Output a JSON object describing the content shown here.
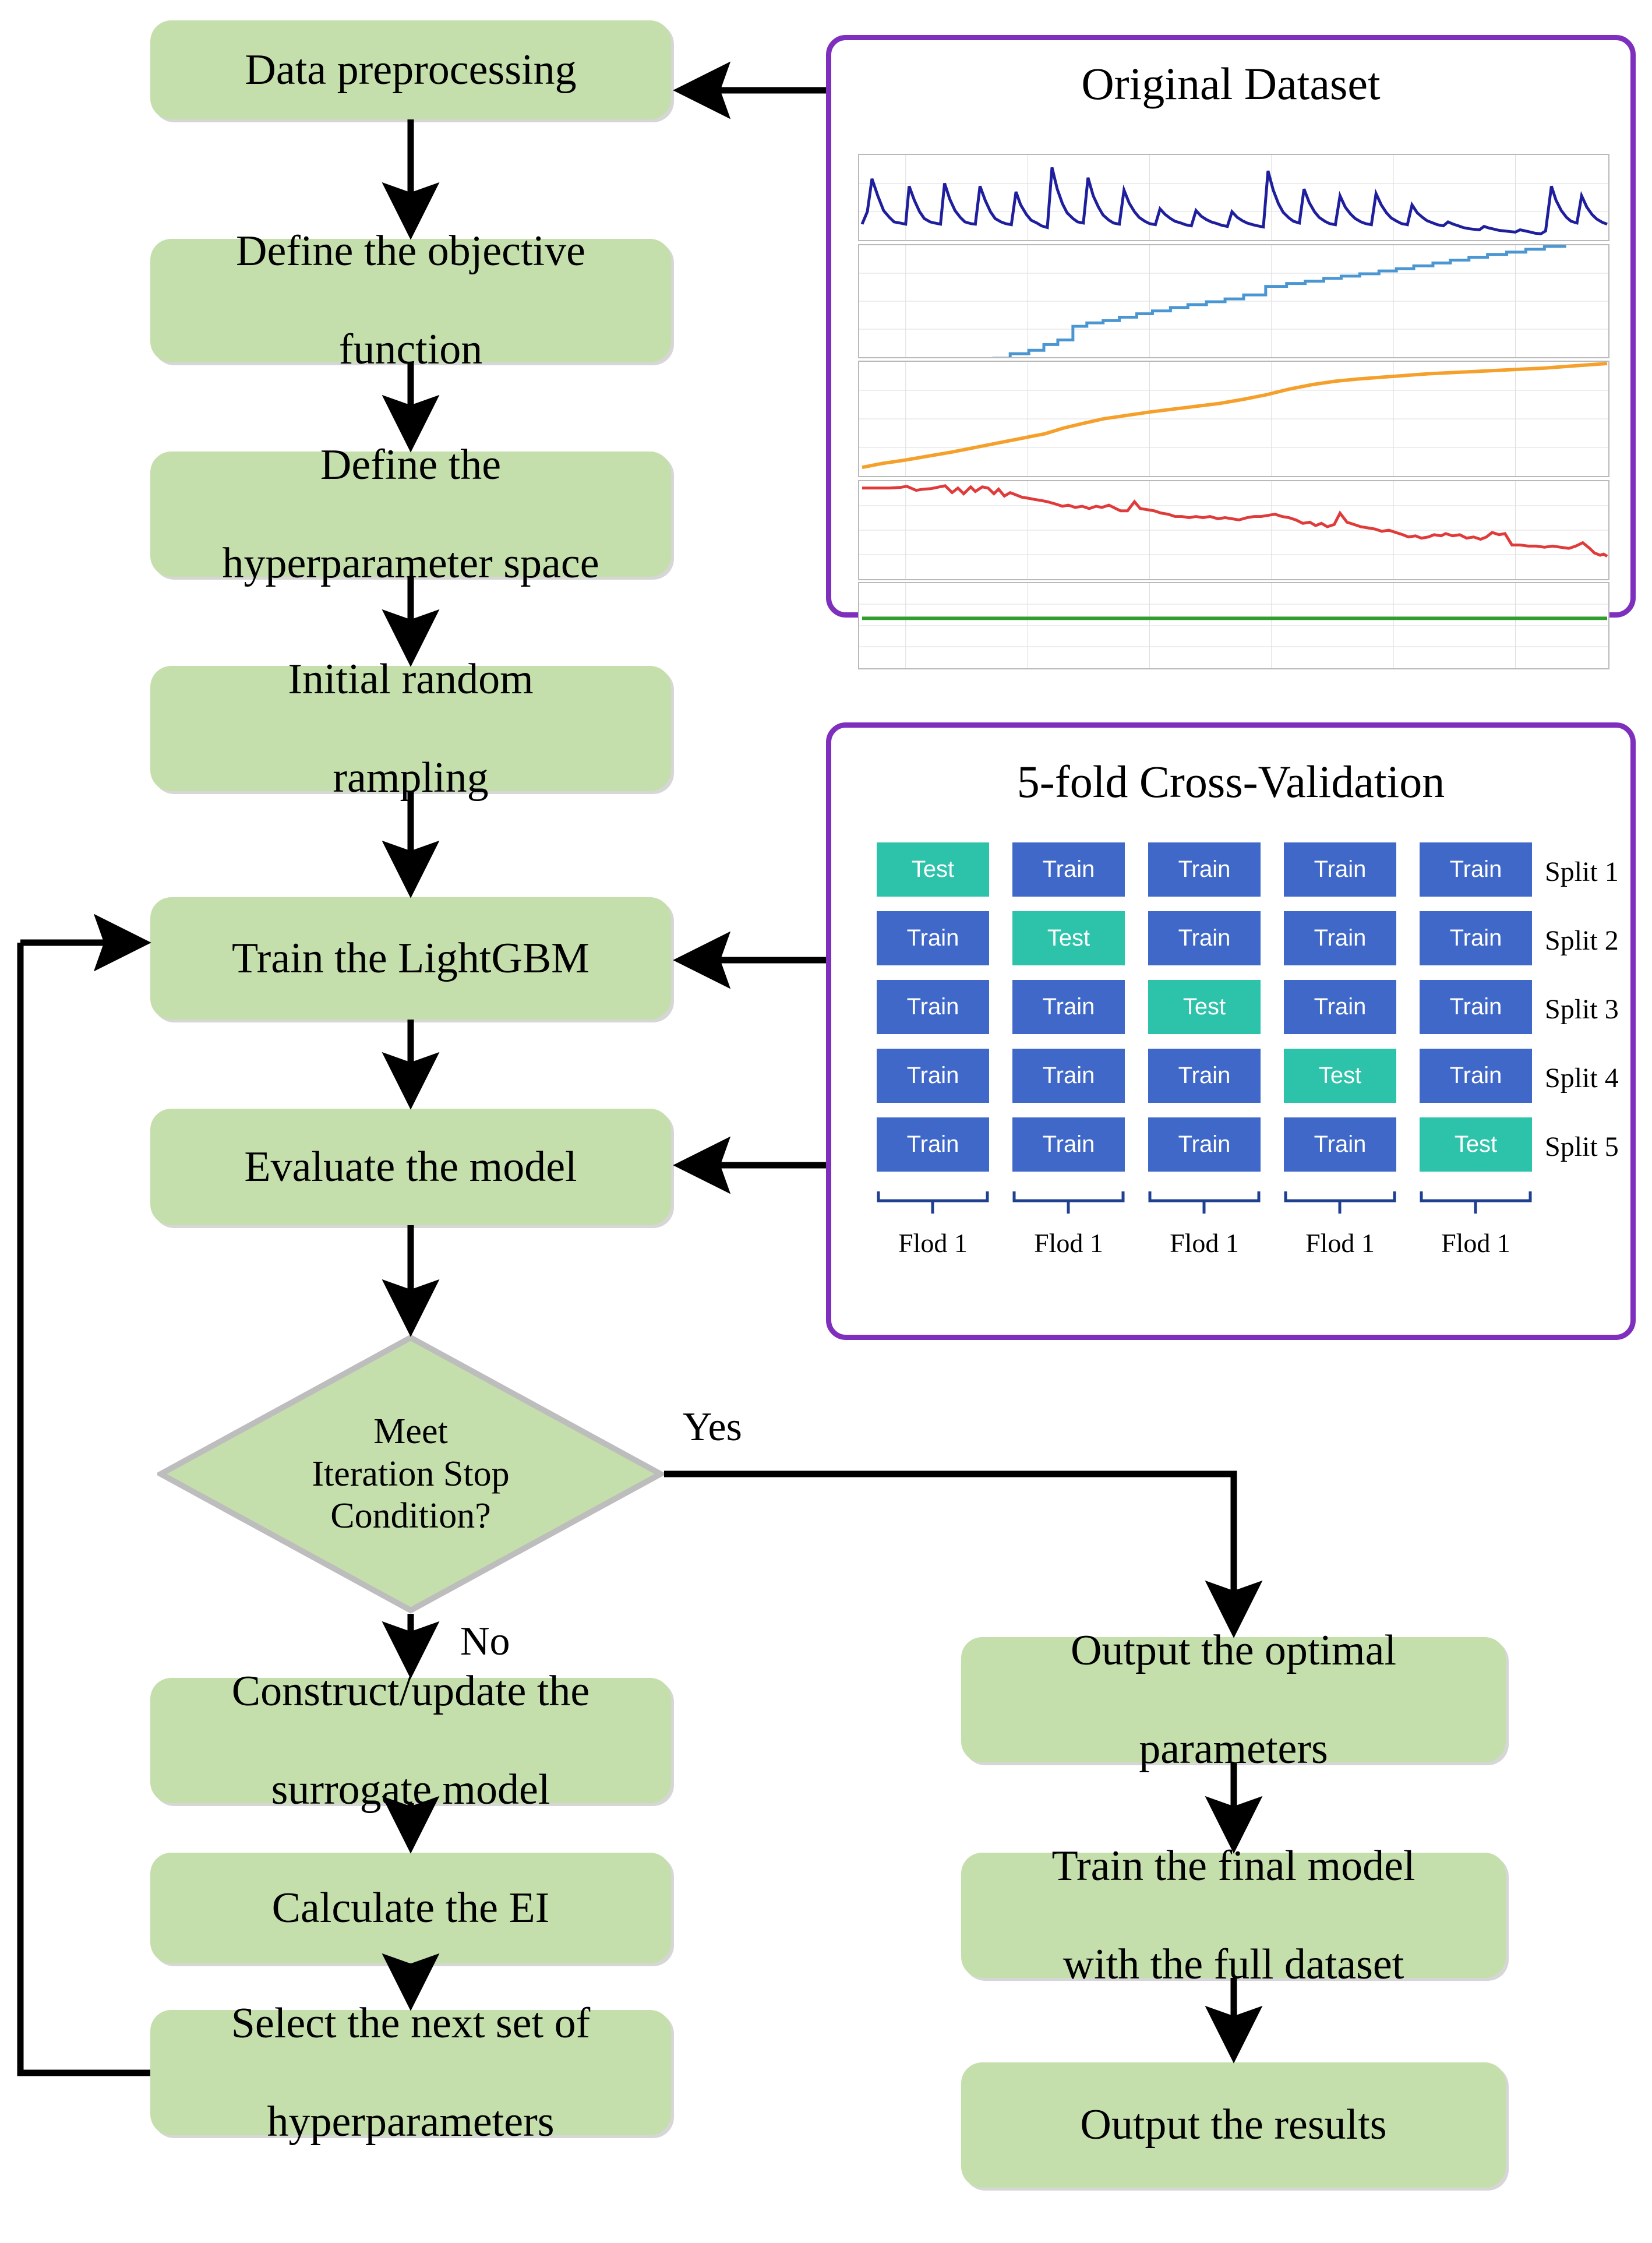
{
  "flow": {
    "left_column": [
      {
        "id": "data-preprocessing",
        "label": "Data preprocessing",
        "lines": [
          "Data preprocessing"
        ]
      },
      {
        "id": "define-objective",
        "label": "Define the objective function",
        "lines": [
          "Define the objective",
          "function"
        ]
      },
      {
        "id": "define-hyperspace",
        "label": "Define the hyperparameter space",
        "lines": [
          "Define the",
          "hyperparameter space"
        ]
      },
      {
        "id": "initial-sampling",
        "label": "Initial random rampling",
        "lines": [
          "Initial random",
          "rampling"
        ]
      },
      {
        "id": "train-lightgbm",
        "label": "Train the LightGBM",
        "lines": [
          "Train the LightGBM"
        ]
      },
      {
        "id": "evaluate-model",
        "label": "Evaluate the model",
        "lines": [
          "Evaluate the model"
        ]
      }
    ],
    "decision": {
      "id": "meet-iteration-stop-condition",
      "label": "Meet Iteration Stop Condition?",
      "lines": [
        "Meet",
        "Iteration Stop",
        "Condition?"
      ],
      "yes_label": "Yes",
      "no_label": "No"
    },
    "left_column_after": [
      {
        "id": "construct-surrogate",
        "label": "Construct/update the surrogate model",
        "lines": [
          "Construct/update the",
          "surrogate model"
        ]
      },
      {
        "id": "calculate-ei",
        "label": "Calculate the  EI",
        "lines": [
          "Calculate the  EI"
        ]
      },
      {
        "id": "select-next-hyper",
        "label": "Select the next set of hyperparameters",
        "lines": [
          "Select the next set of",
          "hyperparameters"
        ]
      }
    ],
    "right_column": [
      {
        "id": "output-optimal-params",
        "label": "Output the optimal parameters",
        "lines": [
          "Output the optimal",
          "parameters"
        ]
      },
      {
        "id": "train-final-model",
        "label": "Train the final model with the full dataset",
        "lines": [
          "Train the final model",
          "with the full dataset"
        ]
      },
      {
        "id": "output-results",
        "label": "Output the results",
        "lines": [
          "Output the results"
        ]
      }
    ]
  },
  "dataset_panel": {
    "title": "Original Dataset",
    "series": [
      {
        "name": "spiky-signal",
        "color": "#1f1f9e"
      },
      {
        "name": "step-increasing",
        "color": "#4a96d2"
      },
      {
        "name": "smooth-increasing",
        "color": "#f5a02b"
      },
      {
        "name": "noisy-decreasing",
        "color": "#e03b3b"
      },
      {
        "name": "constant-flat",
        "color": "#2e9f2e"
      }
    ]
  },
  "cv_panel": {
    "title": "5-fold Cross-Validation",
    "train_label": "Train",
    "test_label": "Test",
    "split_labels": [
      "Split 1",
      "Split 2",
      "Split 3",
      "Split 4",
      "Split 5"
    ],
    "fold_labels": [
      "Flod 1",
      "Flod 1",
      "Flod 1",
      "Flod 1",
      "Flod 1"
    ],
    "matrix": [
      [
        "Test",
        "Train",
        "Train",
        "Train",
        "Train"
      ],
      [
        "Train",
        "Test",
        "Train",
        "Train",
        "Train"
      ],
      [
        "Train",
        "Train",
        "Test",
        "Train",
        "Train"
      ],
      [
        "Train",
        "Train",
        "Train",
        "Test",
        "Train"
      ],
      [
        "Train",
        "Train",
        "Train",
        "Train",
        "Test"
      ]
    ]
  },
  "colors": {
    "box_green": "#c5dfac",
    "panel_purple": "#7e2fbd",
    "cv_train_blue": "#4068c8",
    "cv_test_teal": "#2cc3aa",
    "arrow_black": "#000000"
  }
}
